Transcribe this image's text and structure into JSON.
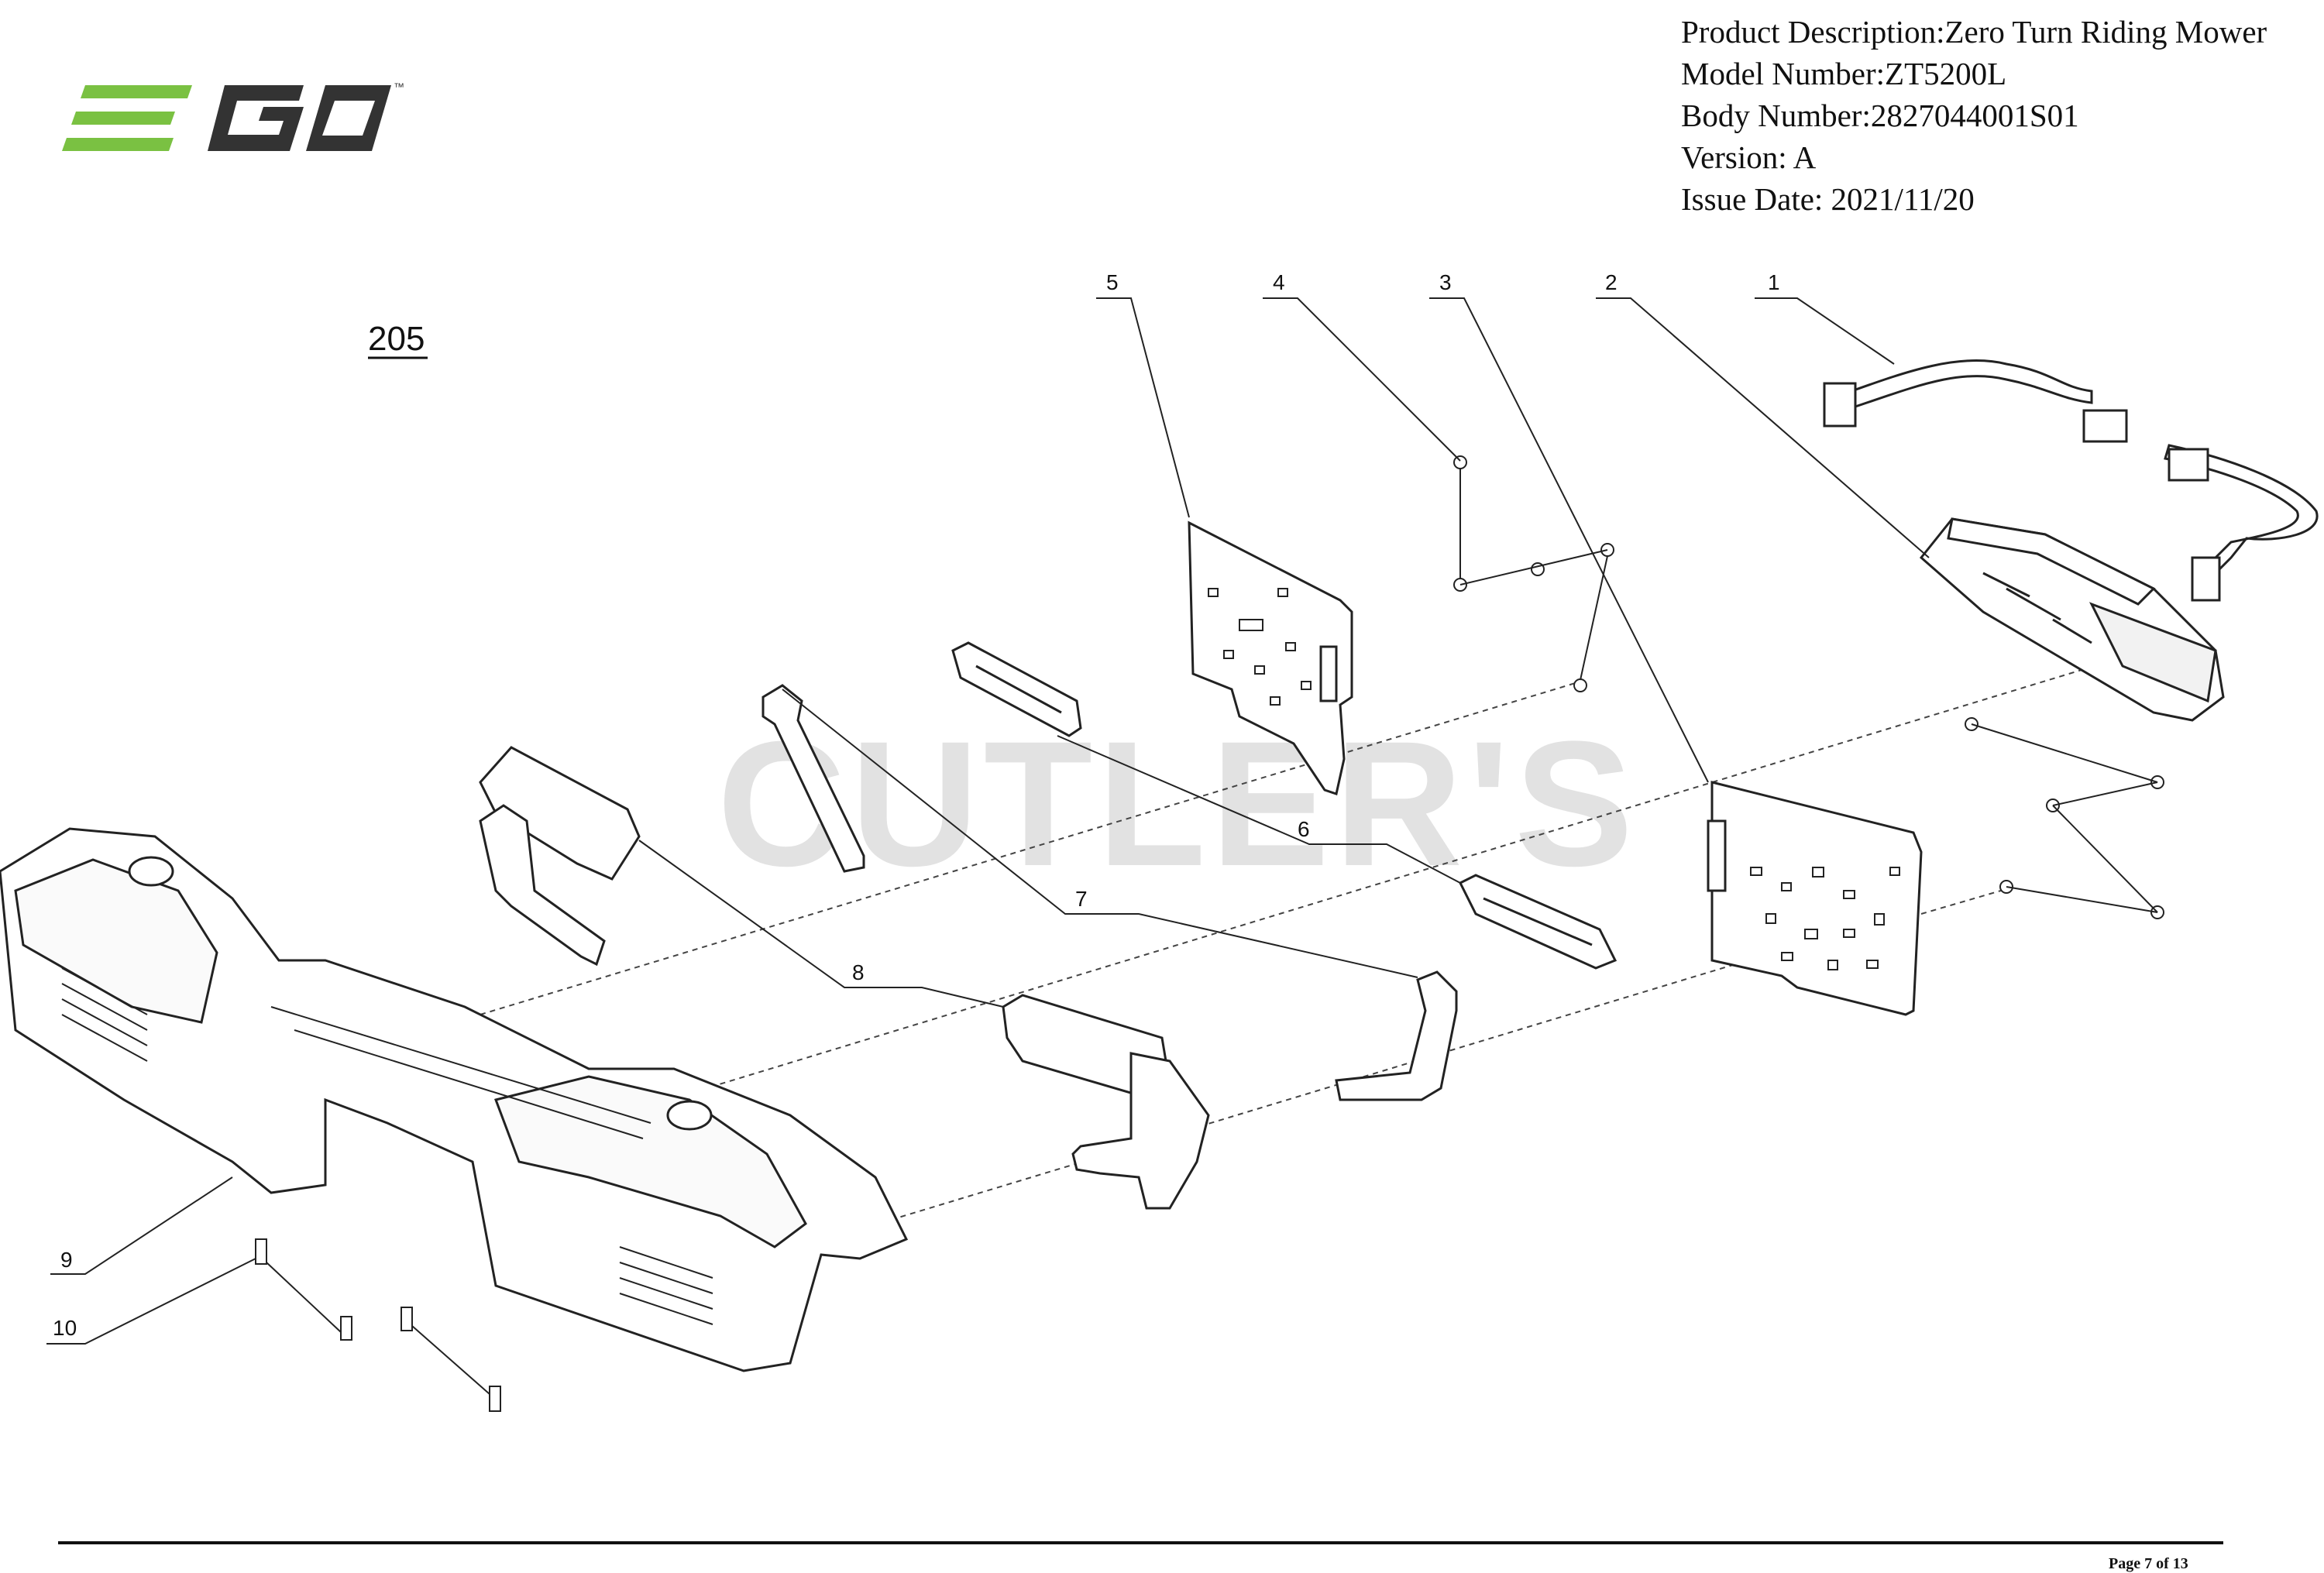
{
  "brand": {
    "logo_text": "EGO",
    "trademark": "™",
    "colors": {
      "green": "#7ac142",
      "dark": "#333333"
    }
  },
  "header": {
    "product_description": "Product Description:Zero Turn Riding Mower",
    "model_number": "Model Number:ZT5200L",
    "body_number": "Body Number:2827044001S01",
    "version": "Version: A",
    "issue_date": "Issue Date: 2021/11/20"
  },
  "assembly_number": "205",
  "watermark": "CUTLER'S",
  "callouts": [
    "1",
    "2",
    "3",
    "4",
    "5",
    "6",
    "7",
    "8",
    "9",
    "10"
  ],
  "footer": {
    "page": "Page 7 of 13"
  }
}
